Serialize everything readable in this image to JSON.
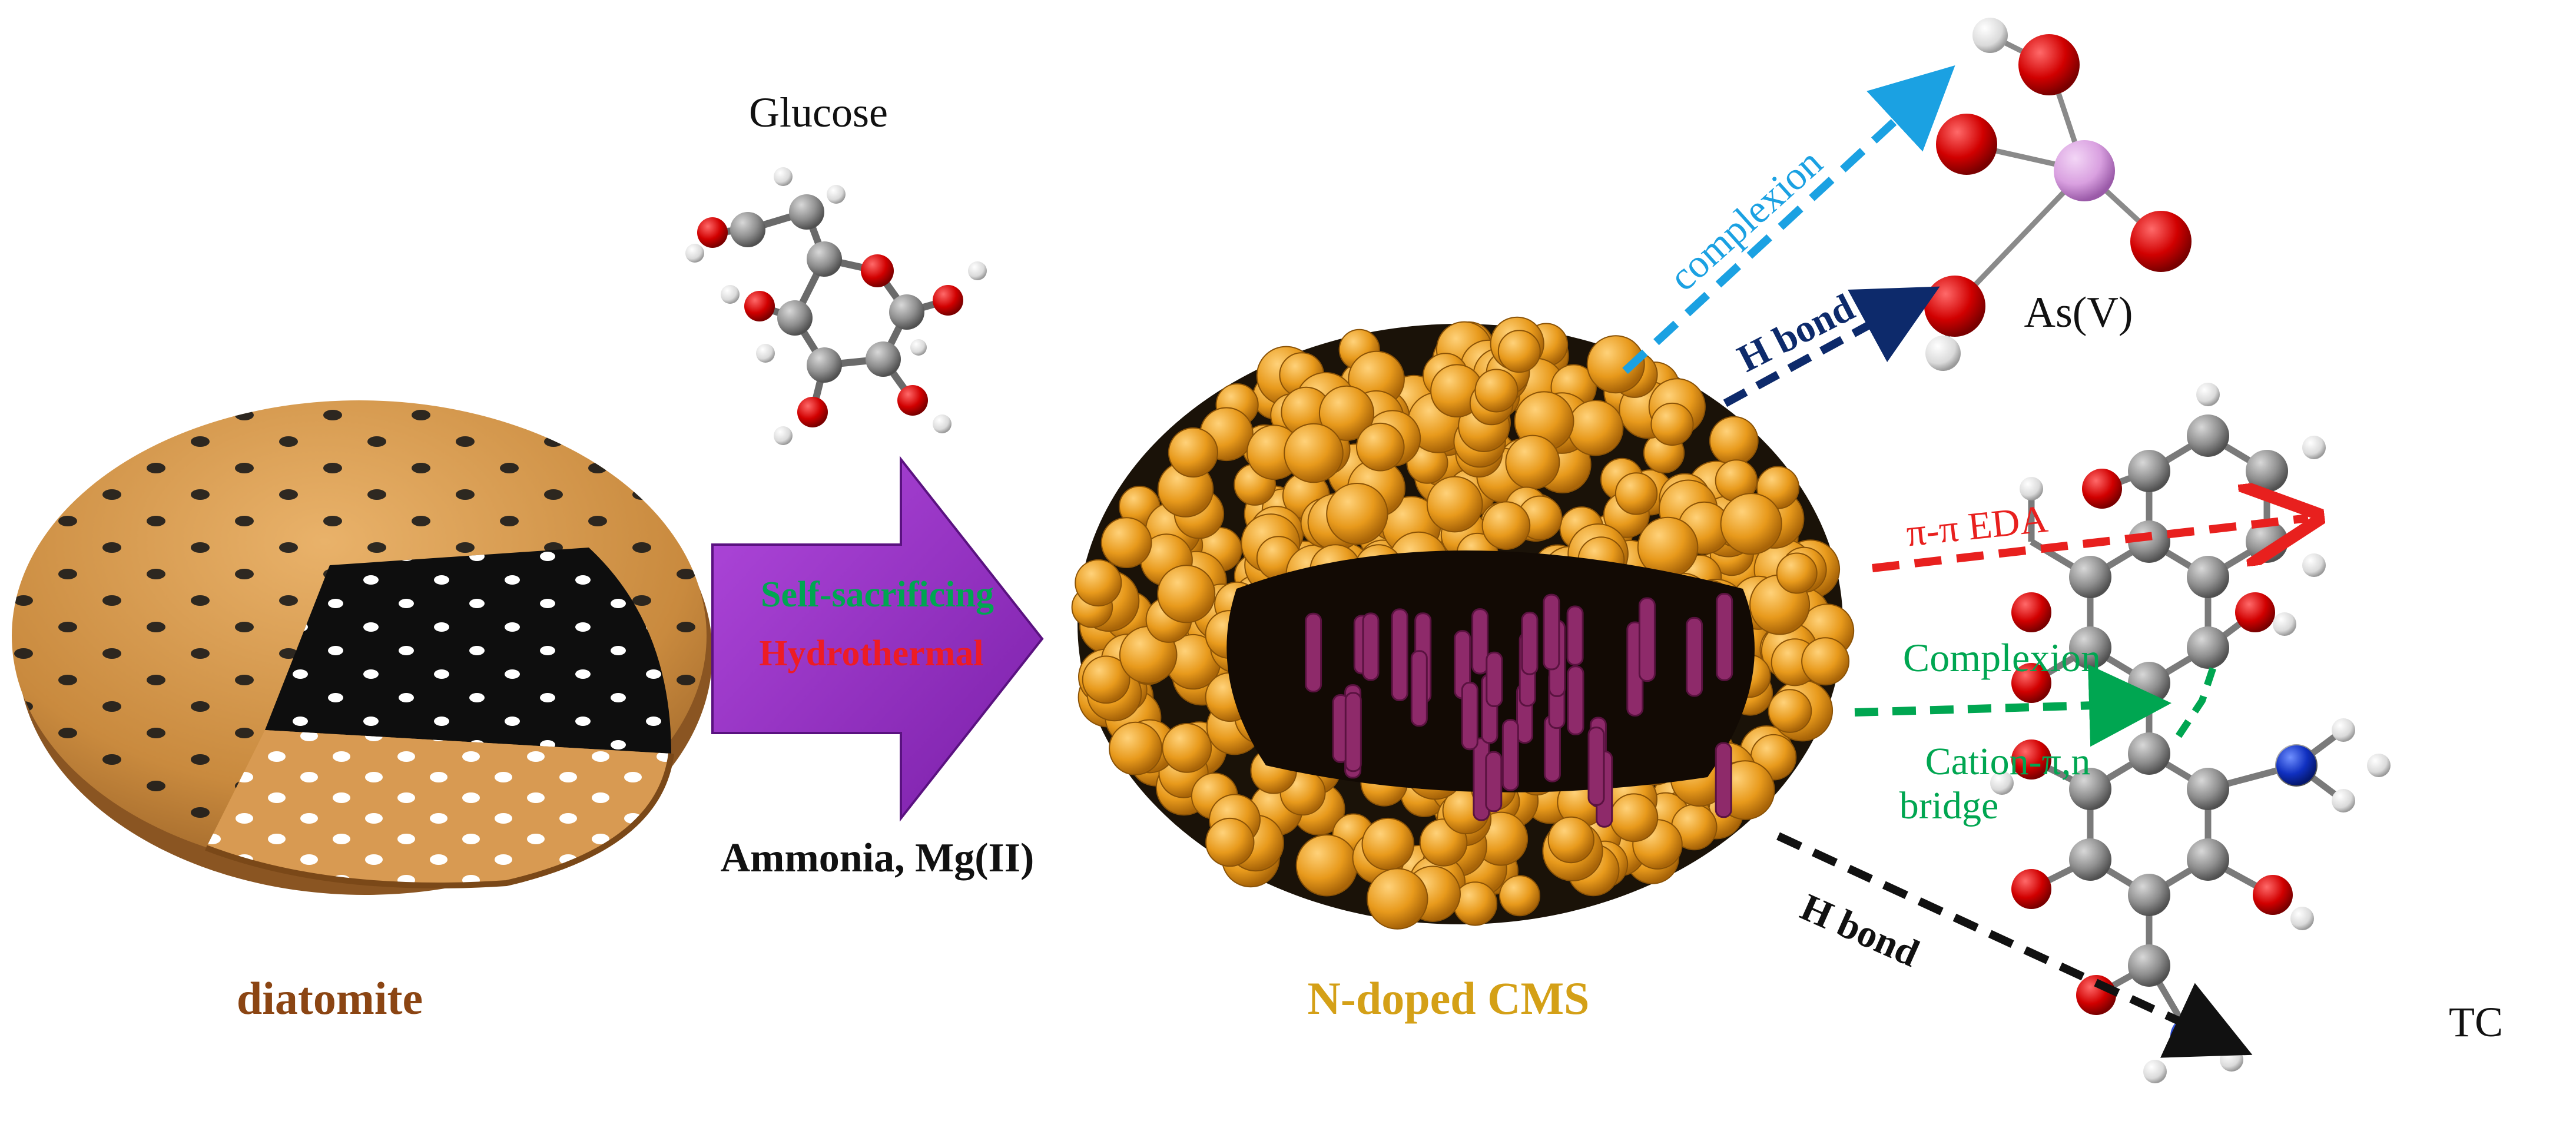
{
  "labels": {
    "diatomite": "diatomite",
    "glucose": "Glucose",
    "process_top": "Self-sacrificing",
    "process_bottom": "Hydrothermal",
    "reagents": "Ammonia, Mg(II)",
    "product": "N-doped CMS",
    "as_species": "As(V)",
    "tc_species": "TC"
  },
  "interactions": {
    "complexion_as": "complexion",
    "hbond_as": "H bond",
    "pi_pi": "π-π EDA",
    "complexion_tc": "Complexion",
    "cation_line1": "Cation-π,n",
    "cation_line2": "bridge",
    "hbond_tc": "H bond"
  },
  "colors": {
    "diatomite_label": "#8B4513",
    "product_label": "#D4A017",
    "process_top": "#00A651",
    "process_bottom": "#ED1C24",
    "arrow_fill": "#9B30C8",
    "complexion_as": "#1BA1E2",
    "hbond_as": "#0D2A6B",
    "pi_pi": "#E8201E",
    "complexion_tc": "#00A651",
    "hbond_tc": "#111111",
    "oxygen_atom": "#D10000",
    "carbon_atom": "#8E8E8E",
    "hydrogen_atom": "#E8E8E8",
    "arsenic_atom": "#D9A0E0",
    "nitrogen_atom": "#1030C0",
    "sphere": "#E8A020",
    "cnt": "#8E2A6A"
  }
}
